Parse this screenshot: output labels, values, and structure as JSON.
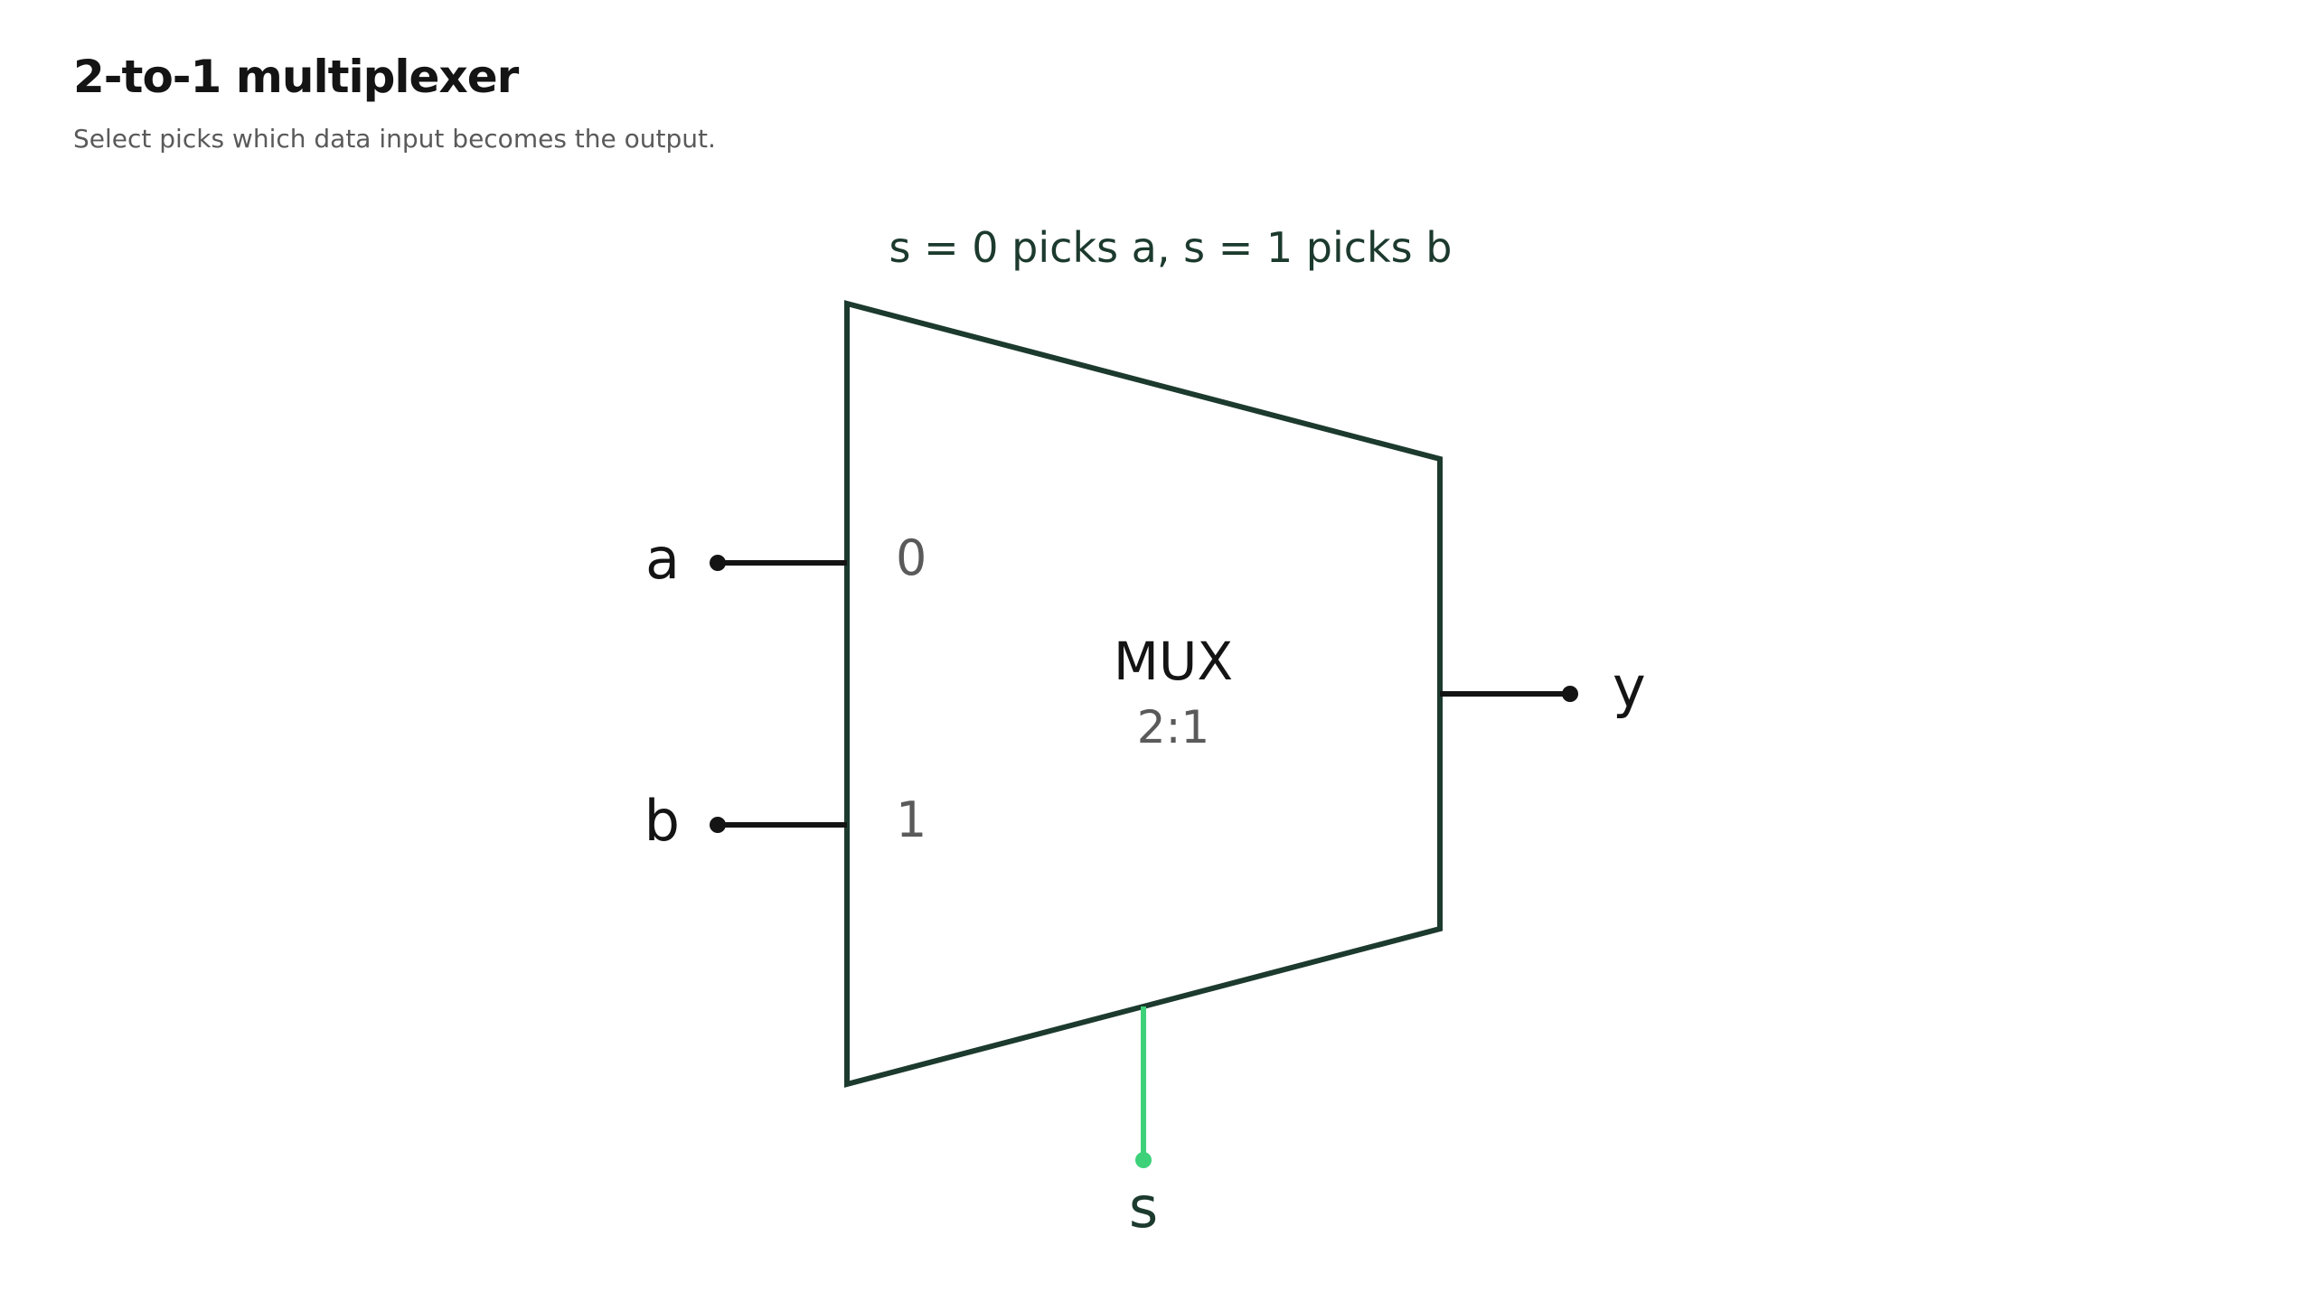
{
  "header": {
    "title": "2-to-1 multiplexer",
    "subtitle": "Select picks which data input becomes the output."
  },
  "diagram": {
    "note": "s = 0 picks a, s = 1 picks b",
    "block": {
      "name": "MUX",
      "ratio": "2:1"
    },
    "inputs": [
      {
        "signal": "a",
        "port": "0"
      },
      {
        "signal": "b",
        "port": "1"
      }
    ],
    "output": {
      "signal": "y"
    },
    "select": {
      "signal": "s"
    },
    "colors": {
      "outline": "#1c3a2e",
      "wire": "#141414",
      "select_wire": "#3dd17a",
      "port_label": "#5a5a5a"
    }
  }
}
